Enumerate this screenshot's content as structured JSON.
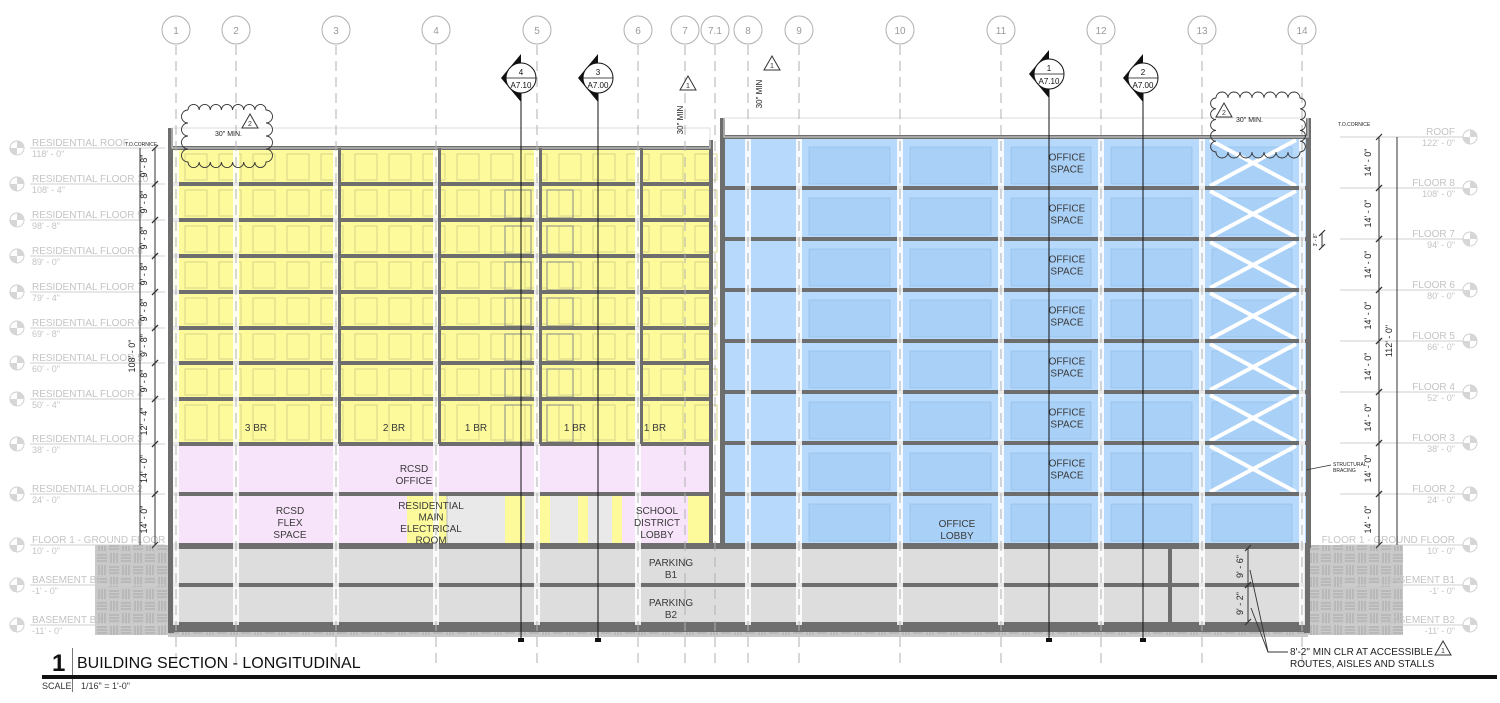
{
  "title": {
    "number": "1",
    "name": "BUILDING SECTION - LONGITUDINAL",
    "scale_label": "SCALE",
    "scale_value": "1/16\" = 1'-0\""
  },
  "grid_lines": [
    "1",
    "2",
    "3",
    "4",
    "5",
    "6",
    "7",
    "7.1",
    "8",
    "9",
    "10",
    "11",
    "12",
    "13",
    "14"
  ],
  "section_markers": [
    {
      "number": "4",
      "sheet": "A7.10"
    },
    {
      "number": "3",
      "sheet": "A7.00"
    },
    {
      "number": "1",
      "sheet": "A7.10"
    },
    {
      "number": "2",
      "sheet": "A7.00"
    }
  ],
  "revision_tags": [
    "1",
    "1",
    "2",
    "2",
    "1"
  ],
  "notes": {
    "min_30_a": "30\" MIN.",
    "min_30_b": "30\" MIN",
    "min_30_c": "30\" MIN",
    "min_30_d": "30\" MIN.",
    "to_cornice_left": "T.O.CORNICE",
    "to_cornice_right": "T.O.CORNICE",
    "structural_bracing_1": "STRUCTURAL",
    "structural_bracing_2": "BRACING",
    "clearance_1": "8'-2\" MIN CLR AT ACCESSIBLE",
    "clearance_2": "ROUTES, AISLES AND STALLS"
  },
  "left_levels": [
    {
      "name": "RESIDENTIAL ROOF",
      "elevation": "118' - 0\""
    },
    {
      "name": "RESIDENTIAL FLOOR 10",
      "elevation": "108' - 4\""
    },
    {
      "name": "RESIDENTIAL FLOOR 9",
      "elevation": "98' - 8\""
    },
    {
      "name": "RESIDENTIAL FLOOR 8",
      "elevation": "89' - 0\""
    },
    {
      "name": "RESIDENTIAL FLOOR 7",
      "elevation": "79' - 4\""
    },
    {
      "name": "RESIDENTIAL FLOOR 6",
      "elevation": "69' - 8\""
    },
    {
      "name": "RESIDENTIAL FLOOR 5",
      "elevation": "60' - 0\""
    },
    {
      "name": "RESIDENTIAL FLOOR 4",
      "elevation": "50' - 4\""
    },
    {
      "name": "RESIDENTIAL FLOOR 3",
      "elevation": "38' - 0\""
    },
    {
      "name": "RESIDENTIAL FLOOR 2",
      "elevation": "24' - 0\""
    },
    {
      "name": "FLOOR 1 - GROUND FLOOR",
      "elevation": "10' - 0\""
    },
    {
      "name": "BASEMENT B1",
      "elevation": "-1' - 0\""
    },
    {
      "name": "BASEMENT B2",
      "elevation": "-11' - 0\""
    }
  ],
  "right_levels": [
    {
      "name": "ROOF",
      "elevation": "122' - 0\""
    },
    {
      "name": "FLOOR 8",
      "elevation": "108' - 0\""
    },
    {
      "name": "FLOOR 7",
      "elevation": "94' - 0\""
    },
    {
      "name": "FLOOR 6",
      "elevation": "80' - 0\""
    },
    {
      "name": "FLOOR 5",
      "elevation": "66' - 0\""
    },
    {
      "name": "FLOOR 4",
      "elevation": "52' - 0\""
    },
    {
      "name": "FLOOR 3",
      "elevation": "38' - 0\""
    },
    {
      "name": "FLOOR 2",
      "elevation": "24' - 0\""
    },
    {
      "name": "FLOOR 1 - GROUND FLOOR",
      "elevation": "10' - 0\""
    },
    {
      "name": "BASEMENT B1",
      "elevation": "-1' - 0\""
    },
    {
      "name": "BASEMENT B2",
      "elevation": "-11' - 0\""
    }
  ],
  "left_dimensions": [
    "9' - 8\"",
    "9' - 8\"",
    "9' - 8\"",
    "9' - 8\"",
    "9' - 8\"",
    "9' - 8\"",
    "9' - 8\"",
    "12' - 4\"",
    "14' - 0\"",
    "14' - 0\""
  ],
  "left_overall_dimension": "108' - 0\"",
  "right_dimensions": [
    "14' - 0\"",
    "14' - 0\"",
    "14' - 0\"",
    "14' - 0\"",
    "14' - 0\"",
    "14' - 0\"",
    "14' - 0\"",
    "14' - 0\""
  ],
  "right_overall_dimension": "112' - 0\"",
  "basement_dimensions": [
    "9' - 6\"",
    "9' - 2\""
  ],
  "bracing_dimension": "3' - 8\"",
  "rooms": {
    "br3": "3 BR",
    "br2": "2 BR",
    "br1_a": "1 BR",
    "br1_b": "1 BR",
    "br1_c": "1 BR",
    "rcsd_office": [
      "RCSD",
      "OFFICE"
    ],
    "rcsd_flex": [
      "RCSD",
      "FLEX",
      "SPACE"
    ],
    "electrical": [
      "RESIDENTIAL",
      "MAIN",
      "ELECTRICAL",
      "ROOM"
    ],
    "school_lobby": [
      "SCHOOL",
      "DISTRICT",
      "LOBBY"
    ],
    "parking_b1": [
      "PARKING",
      "B1"
    ],
    "parking_b2": [
      "PARKING",
      "B2"
    ],
    "office_space": [
      "OFFICE",
      "SPACE"
    ],
    "office_lobby": [
      "OFFICE",
      "LOBBY"
    ]
  },
  "colors": {
    "residential": "#fdfa9c",
    "civic": "#f7e3fa",
    "office": "#b7d9fb",
    "parking": "#dddddd",
    "structure": "#6e6e6e",
    "earth": "#c9c9c9",
    "level_text": "#c4c4c4"
  }
}
